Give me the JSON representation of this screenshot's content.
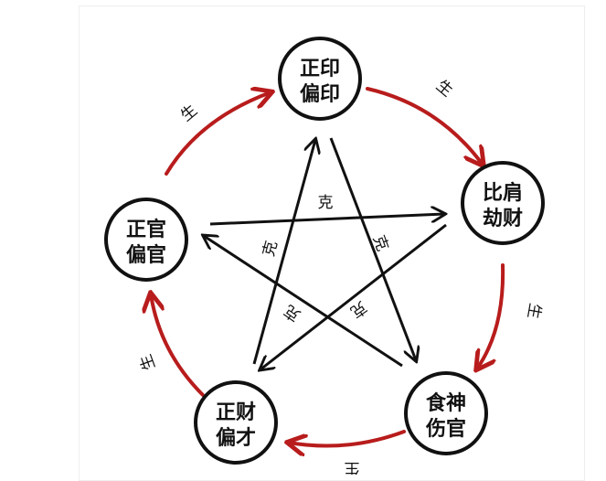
{
  "nodes": [
    {
      "line1": "正印",
      "line2": "偏印"
    },
    {
      "line1": "比肩",
      "line2": "劫财"
    },
    {
      "line1": "食神",
      "line2": "伤官"
    },
    {
      "line1": "正财",
      "line2": "偏才"
    },
    {
      "line1": "正官",
      "line2": "偏官"
    }
  ],
  "generate_label": "生",
  "control_label": "克",
  "colors": {
    "generate": "#b81c1c",
    "control": "#111111"
  }
}
